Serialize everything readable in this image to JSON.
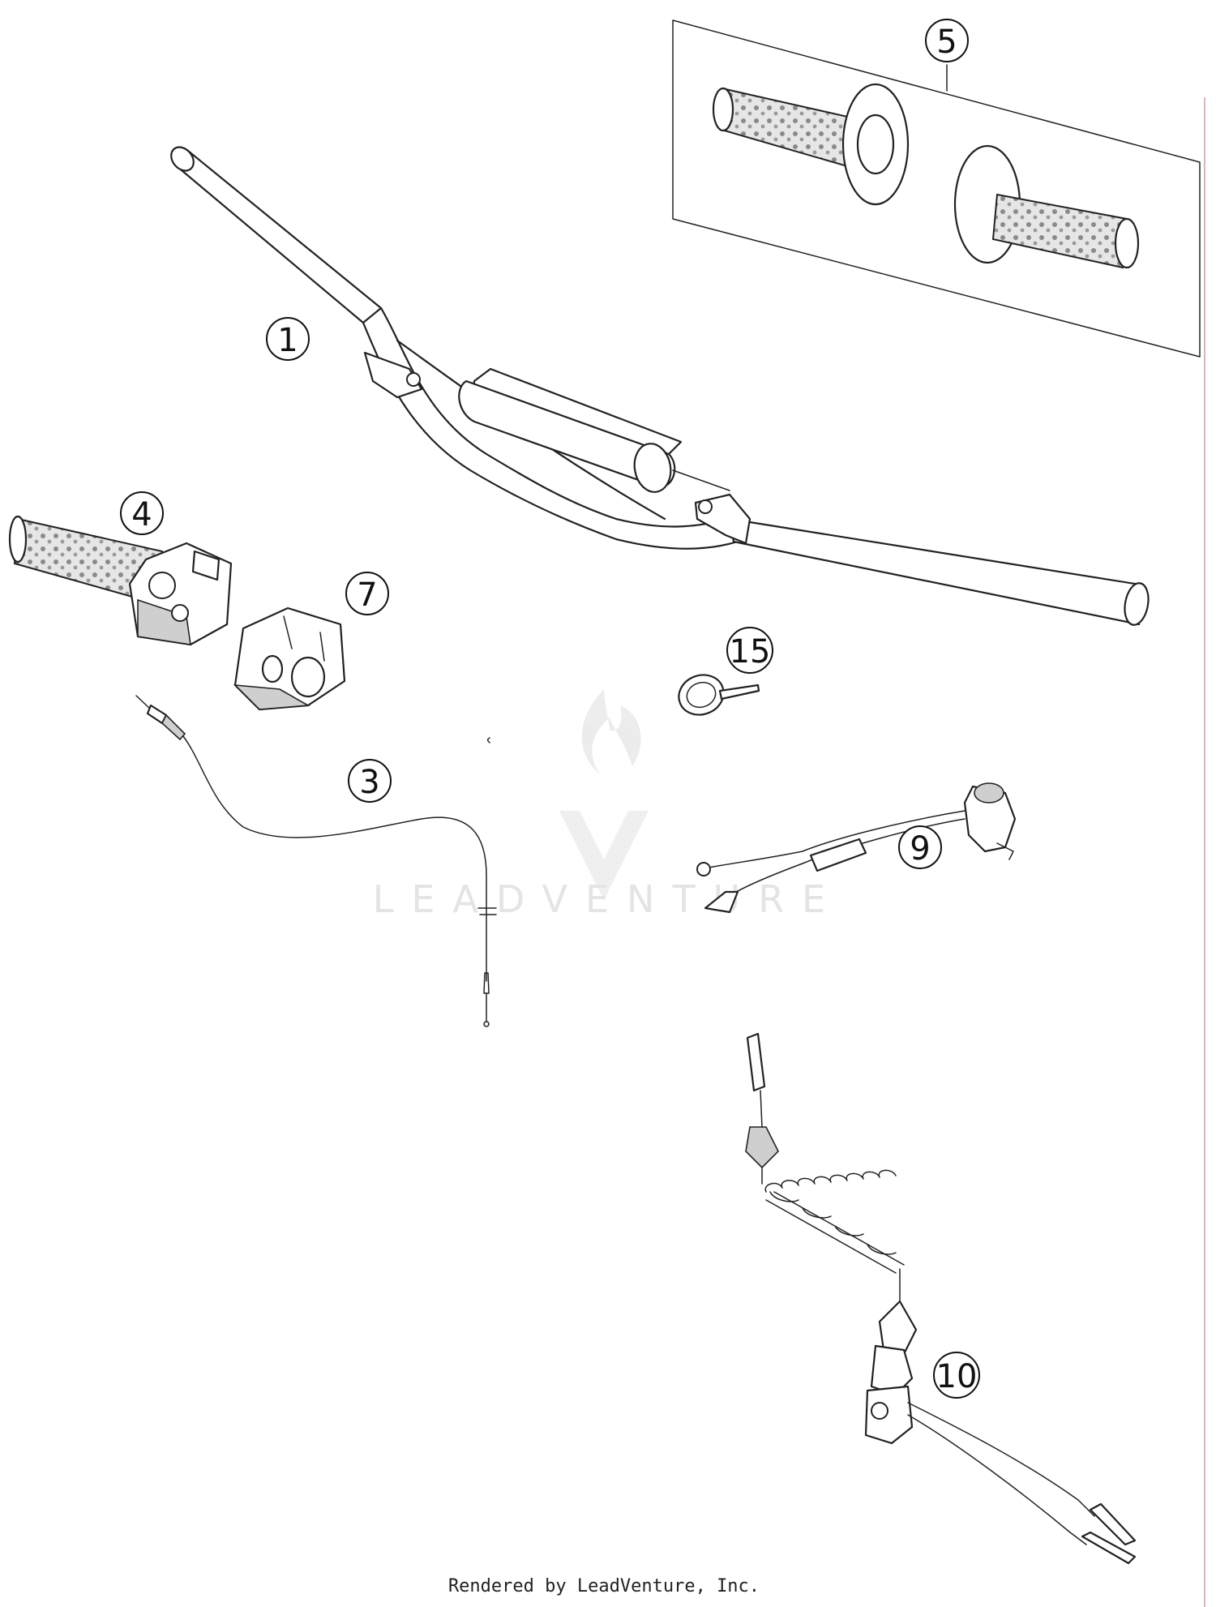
{
  "callouts": [
    {
      "label": "1"
    },
    {
      "label": "3"
    },
    {
      "label": "4"
    },
    {
      "label": "5"
    },
    {
      "label": "7"
    },
    {
      "label": "9"
    },
    {
      "label": "10"
    },
    {
      "label": "15"
    }
  ],
  "watermark": {
    "text": "LEADVENTURE"
  },
  "footer": {
    "text": "Rendered by LeadVenture, Inc."
  },
  "colors": {
    "line": "#222222",
    "background": "#ffffff",
    "watermark": "#e4e4e4"
  }
}
